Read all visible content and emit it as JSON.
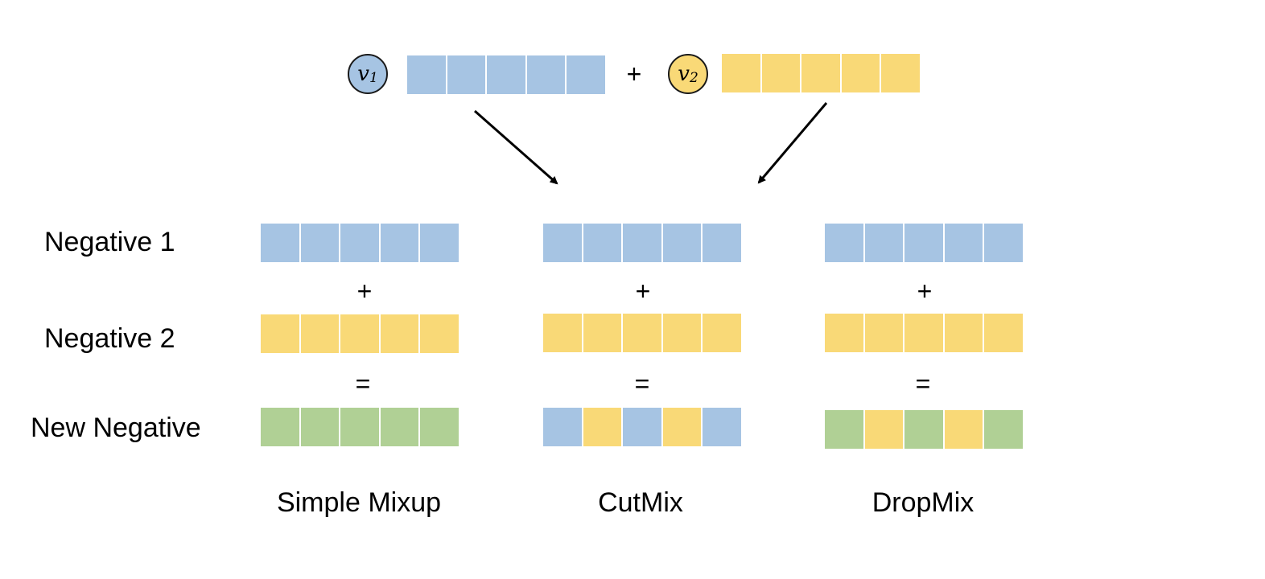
{
  "colors": {
    "blue": "#a6c4e3",
    "yellow": "#f9d977",
    "green": "#b0d095",
    "arrow": "#000000"
  },
  "top": {
    "v1_symbol": "v",
    "v1_subscript": "1",
    "v2_symbol": "v",
    "v2_subscript": "2",
    "plus": "+",
    "v1_cells": [
      "blue",
      "blue",
      "blue",
      "blue",
      "blue"
    ],
    "v2_cells": [
      "yellow",
      "yellow",
      "yellow",
      "yellow",
      "yellow"
    ]
  },
  "rows": {
    "negative1": "Negative 1",
    "negative2": "Negative 2",
    "new_negative": "New Negative"
  },
  "operators": {
    "plus": "+",
    "equals": "="
  },
  "methods": [
    {
      "name": "Simple Mixup",
      "neg1": [
        "blue",
        "blue",
        "blue",
        "blue",
        "blue"
      ],
      "neg2": [
        "yellow",
        "yellow",
        "yellow",
        "yellow",
        "yellow"
      ],
      "result": [
        "green",
        "green",
        "green",
        "green",
        "green"
      ]
    },
    {
      "name": "CutMix",
      "neg1": [
        "blue",
        "blue",
        "blue",
        "blue",
        "blue"
      ],
      "neg2": [
        "yellow",
        "yellow",
        "yellow",
        "yellow",
        "yellow"
      ],
      "result": [
        "blue",
        "yellow",
        "blue",
        "yellow",
        "blue"
      ]
    },
    {
      "name": "DropMix",
      "neg1": [
        "blue",
        "blue",
        "blue",
        "blue",
        "blue"
      ],
      "neg2": [
        "yellow",
        "yellow",
        "yellow",
        "yellow",
        "yellow"
      ],
      "result": [
        "green",
        "yellow",
        "green",
        "yellow",
        "green"
      ]
    }
  ]
}
